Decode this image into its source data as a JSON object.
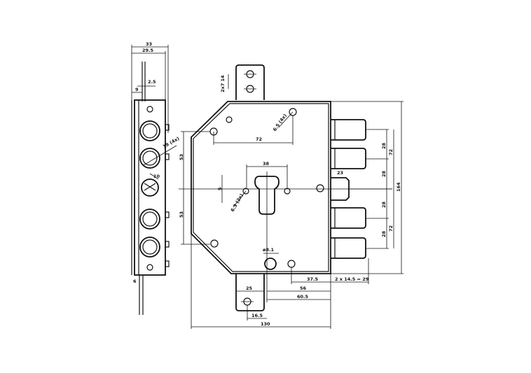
{
  "side_view": {
    "dim_top_outer": "33",
    "dim_top_inner": "29.5",
    "dim_2_5": "2.5",
    "dim_9": "9",
    "dim_19": "19 (4x)",
    "dim_10": "10",
    "dim_6": "6"
  },
  "front_view": {
    "dim_2x14": "2x7 14",
    "dim_6_5": "6.5 (4x)",
    "dim_72_top": "72",
    "dim_53_upper": "53",
    "dim_53_lower": "53",
    "dim_38": "38",
    "dim_5": "5",
    "dim_6_3": "6.3 (2x)",
    "dim_28_a": "28",
    "dim_28_b": "28",
    "dim_28_c": "28",
    "dim_28_d": "28",
    "dim_72_right_a": "72",
    "dim_72_right_b": "72",
    "dim_164": "164",
    "dim_23": "23",
    "dim_8_1": "ø8.1",
    "dim_37_5": "37.5",
    "dim_2x14_5": "2 x 14.5 = 29",
    "dim_25": "25",
    "dim_56": "56",
    "dim_60_5": "60.5",
    "dim_16_5": "16.5",
    "dim_130": "130"
  }
}
